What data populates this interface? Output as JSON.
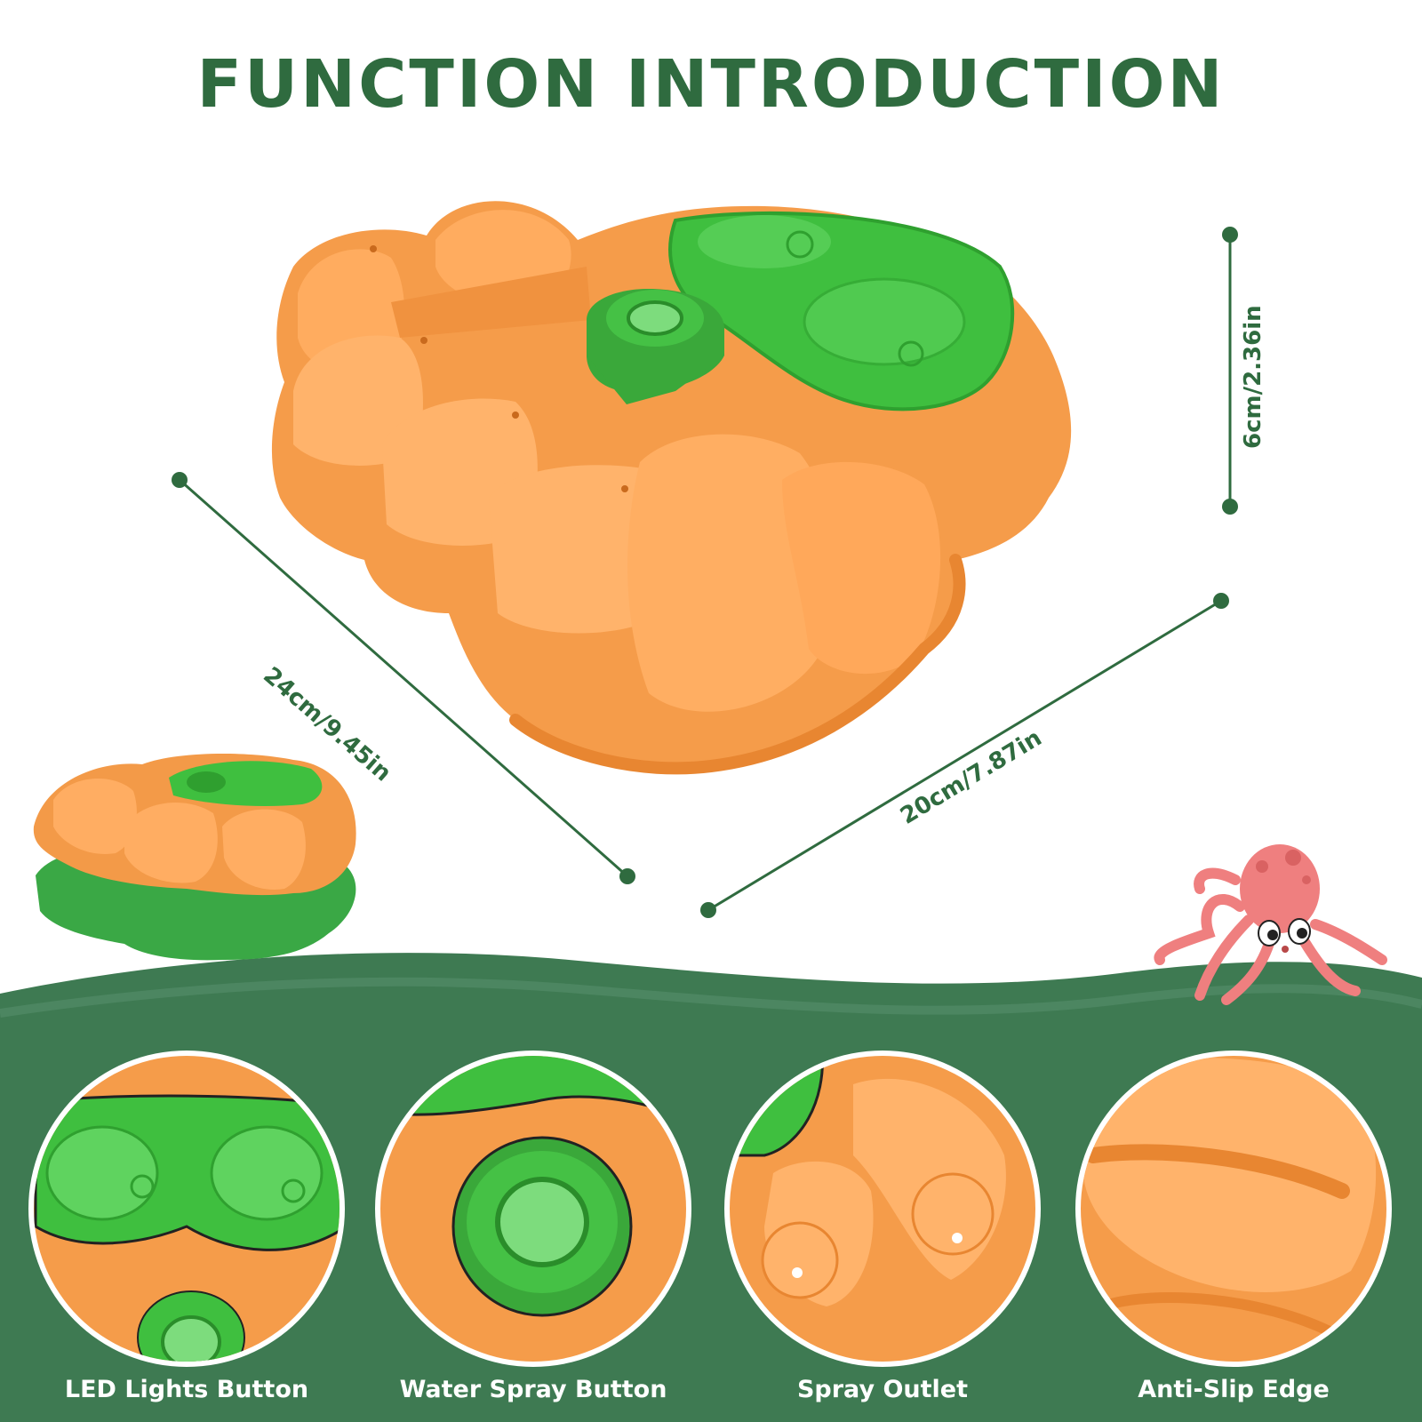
{
  "title": "FUNCTION INTRODUCTION",
  "dimensions": {
    "length": "24cm/9.45in",
    "width": "20cm/7.87in",
    "height": "6cm/2.36in"
  },
  "features": [
    {
      "label": "LED Lights Button"
    },
    {
      "label": "Water Spray Button"
    },
    {
      "label": "Spray Outlet"
    },
    {
      "label": "Anti-Slip Edge"
    }
  ],
  "colors": {
    "title": "#2f6b3f",
    "dimension": "#2f6b3f",
    "wave": "#3e7a52",
    "orange": "#f59c4a",
    "orange_light": "#ffb36b",
    "orange_dark": "#e88631",
    "green": "#3fbf3f",
    "green_light": "#5fd35f",
    "octopus": "#ef7f7f"
  }
}
